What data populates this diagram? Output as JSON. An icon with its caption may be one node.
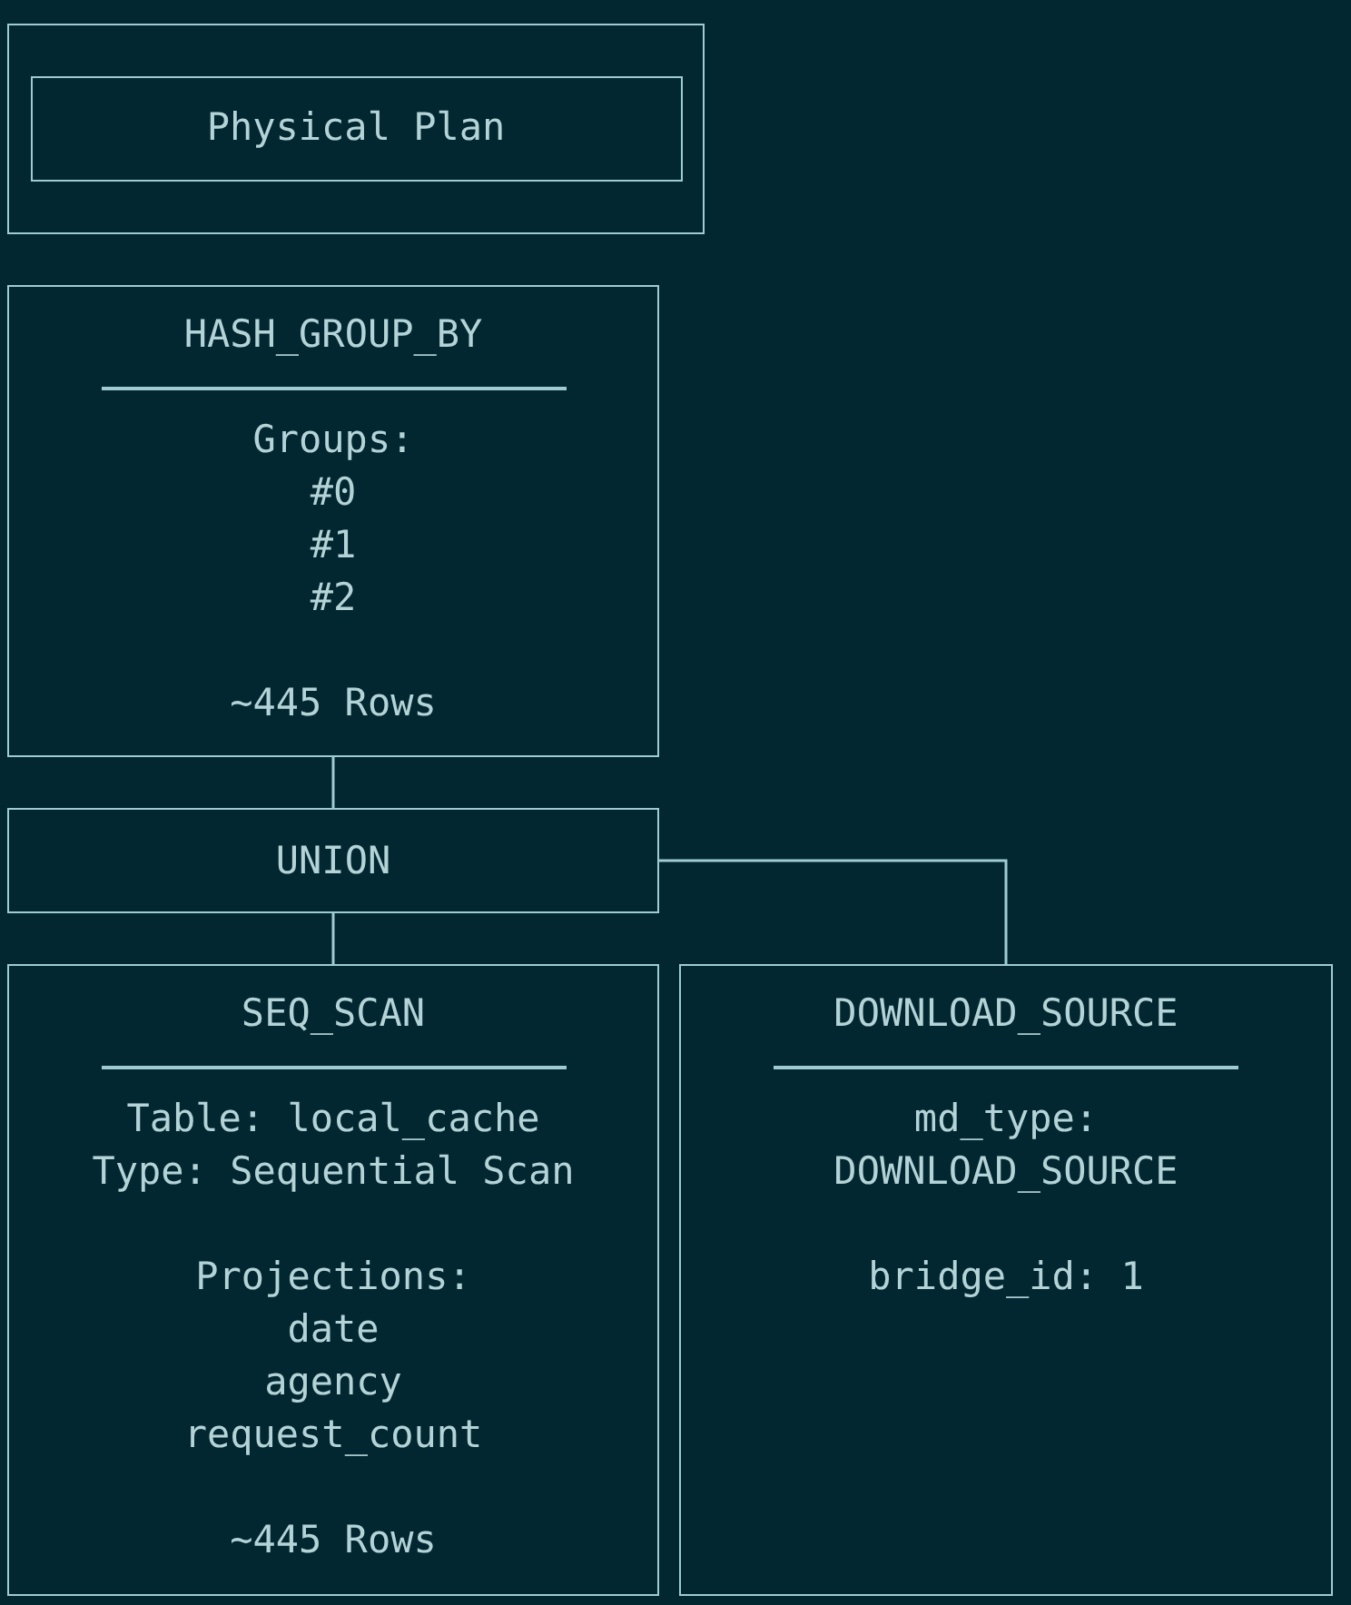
{
  "diagram": {
    "nodes": [
      {
        "text": [],
        "shape": "box"
      },
      {
        "text": [
          "Physical Plan"
        ],
        "in": 0
      },
      {
        "text": [
          "HASH_GROUP_BY",
          "Groups:",
          "#0",
          "#1",
          "#2",
          "~445 Rows"
        ]
      },
      {
        "text": [
          "UNION"
        ]
      },
      {
        "text": [
          "SEQ_SCAN",
          "Table: local_cache",
          "Type: Sequential Scan",
          "Projections:",
          "date",
          "agency",
          "request_count",
          "~445 Rows"
        ]
      },
      {
        "text": [
          "DOWNLOAD_SOURCE",
          "md_type:",
          "DOWNLOAD_SOURCE",
          "bridge_id: 1"
        ]
      }
    ],
    "edges": [
      {
        "from": 2,
        "to": 3,
        "arrow": "none"
      },
      {
        "from": 3,
        "to": 4,
        "arrow": "none"
      },
      {
        "from": 3,
        "to": 5,
        "arrow": "none"
      }
    ]
  }
}
